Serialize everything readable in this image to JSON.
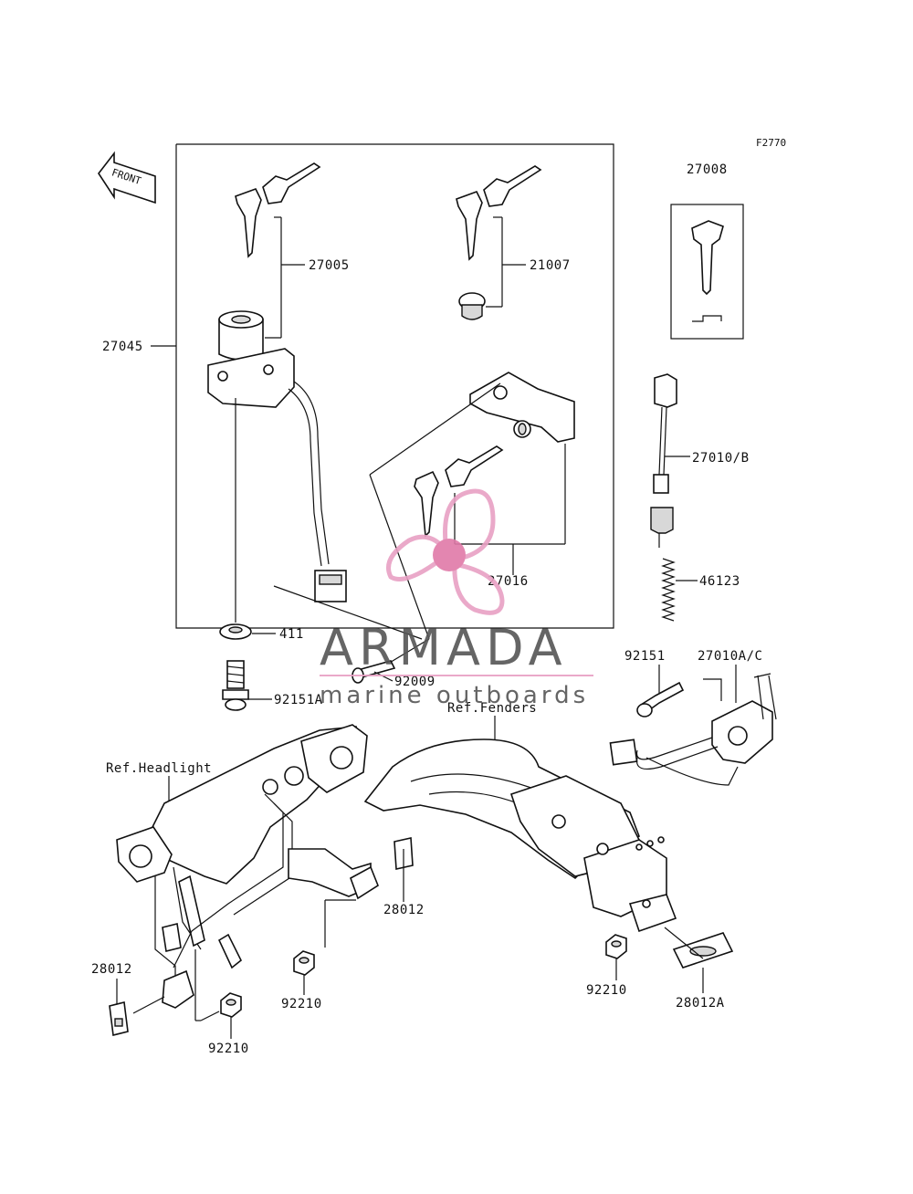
{
  "diagram": {
    "figure_code": "F2770",
    "front_label": "FRONT",
    "parts": [
      {
        "id": "p27008",
        "number": "27008"
      },
      {
        "id": "p27005",
        "number": "27005"
      },
      {
        "id": "p21007",
        "number": "21007"
      },
      {
        "id": "p27045",
        "number": "27045"
      },
      {
        "id": "p27010B",
        "number": "27010/B"
      },
      {
        "id": "p27016",
        "number": "27016"
      },
      {
        "id": "p46123",
        "number": "46123"
      },
      {
        "id": "p411",
        "number": "411"
      },
      {
        "id": "p92009",
        "number": "92009"
      },
      {
        "id": "p92151A",
        "number": "92151A"
      },
      {
        "id": "p92151",
        "number": "92151"
      },
      {
        "id": "p27010AC",
        "number": "27010A/C"
      },
      {
        "id": "p28012a",
        "number": "28012"
      },
      {
        "id": "p28012b",
        "number": "28012"
      },
      {
        "id": "p92210a",
        "number": "92210"
      },
      {
        "id": "p92210b",
        "number": "92210"
      },
      {
        "id": "p92210c",
        "number": "92210"
      },
      {
        "id": "p28012A",
        "number": "28012A"
      }
    ],
    "references": {
      "headlight": "Ref.Headlight",
      "fenders": "Ref.Fenders"
    }
  },
  "watermark": {
    "brand": "ARMADA",
    "tagline": "marine outboards",
    "color_primary": "#e8a0c4",
    "color_center": "#e07aa8",
    "color_text": "#555555"
  }
}
